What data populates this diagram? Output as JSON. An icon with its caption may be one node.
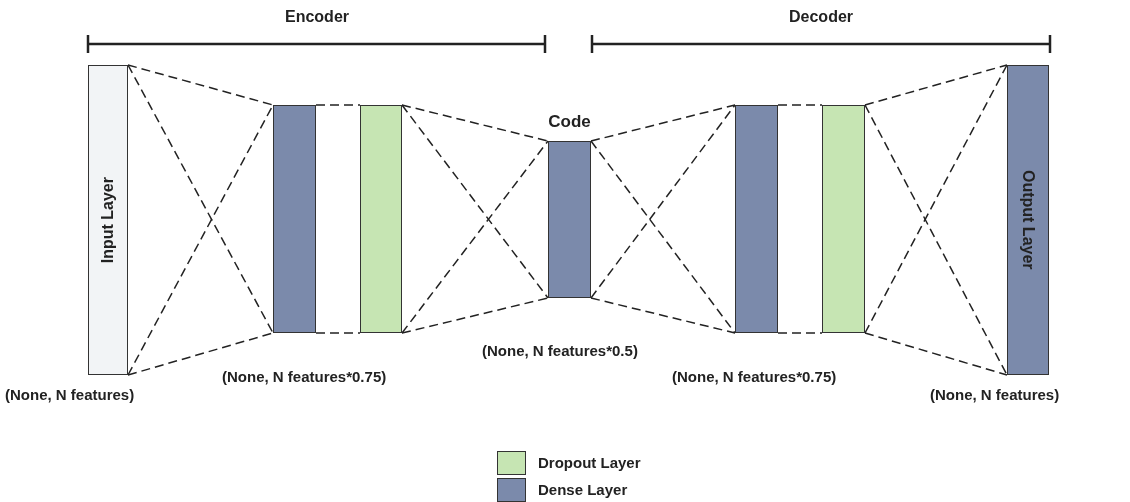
{
  "diagram": {
    "nodes": [
      {
        "text": [
          "Input Layer"
        ],
        "beside": [
          "(None, N features)"
        ]
      },
      {
        "text": [],
        "shape": "bar",
        "beside": [
          "(None, N features*0.75)"
        ]
      },
      {
        "text": [],
        "shape": "bar"
      },
      {
        "text": [
          "Code"
        ],
        "beside": [
          "(None, N features*0.5)"
        ]
      },
      {
        "text": [],
        "shape": "bar",
        "beside": [
          "(None, N features*0.75)"
        ]
      },
      {
        "text": [],
        "shape": "bar"
      },
      {
        "text": [
          "Output Layer"
        ],
        "beside": [
          "(None, N features)"
        ]
      }
    ],
    "edges": [
      {
        "from": 0,
        "to": 1,
        "arrow": "none",
        "style": "dashed"
      },
      {
        "from": 0,
        "to": 1,
        "arrow": "none",
        "style": "dashed"
      },
      {
        "from": 0,
        "to": 1,
        "arrow": "none",
        "style": "dashed"
      },
      {
        "from": 0,
        "to": 1,
        "arrow": "none",
        "style": "dashed"
      },
      {
        "from": 1,
        "to": 2,
        "arrow": "none",
        "style": "dashed"
      },
      {
        "from": 1,
        "to": 2,
        "arrow": "none",
        "style": "dashed"
      },
      {
        "from": 2,
        "to": 3,
        "arrow": "none",
        "style": "dashed"
      },
      {
        "from": 2,
        "to": 3,
        "arrow": "none",
        "style": "dashed"
      },
      {
        "from": 2,
        "to": 3,
        "arrow": "none",
        "style": "dashed"
      },
      {
        "from": 2,
        "to": 3,
        "arrow": "none",
        "style": "dashed"
      },
      {
        "from": 3,
        "to": 4,
        "arrow": "none",
        "style": "dashed"
      },
      {
        "from": 3,
        "to": 4,
        "arrow": "none",
        "style": "dashed"
      },
      {
        "from": 3,
        "to": 4,
        "arrow": "none",
        "style": "dashed"
      },
      {
        "from": 3,
        "to": 4,
        "arrow": "none",
        "style": "dashed"
      },
      {
        "from": 4,
        "to": 5,
        "arrow": "none",
        "style": "dashed"
      },
      {
        "from": 4,
        "to": 5,
        "arrow": "none",
        "style": "dashed"
      },
      {
        "from": 5,
        "to": 6,
        "arrow": "none",
        "style": "dashed"
      },
      {
        "from": 5,
        "to": 6,
        "arrow": "none",
        "style": "dashed"
      },
      {
        "from": 5,
        "to": 6,
        "arrow": "none",
        "style": "dashed"
      },
      {
        "from": 5,
        "to": 6,
        "arrow": "none",
        "style": "dashed"
      }
    ],
    "labels": [
      "Encoder",
      "Decoder"
    ],
    "legend": [
      {
        "text": "Dropout Layer",
        "color": "#c6e5b3"
      },
      {
        "text": "Dense Layer",
        "color": "#7b8aab"
      }
    ]
  }
}
